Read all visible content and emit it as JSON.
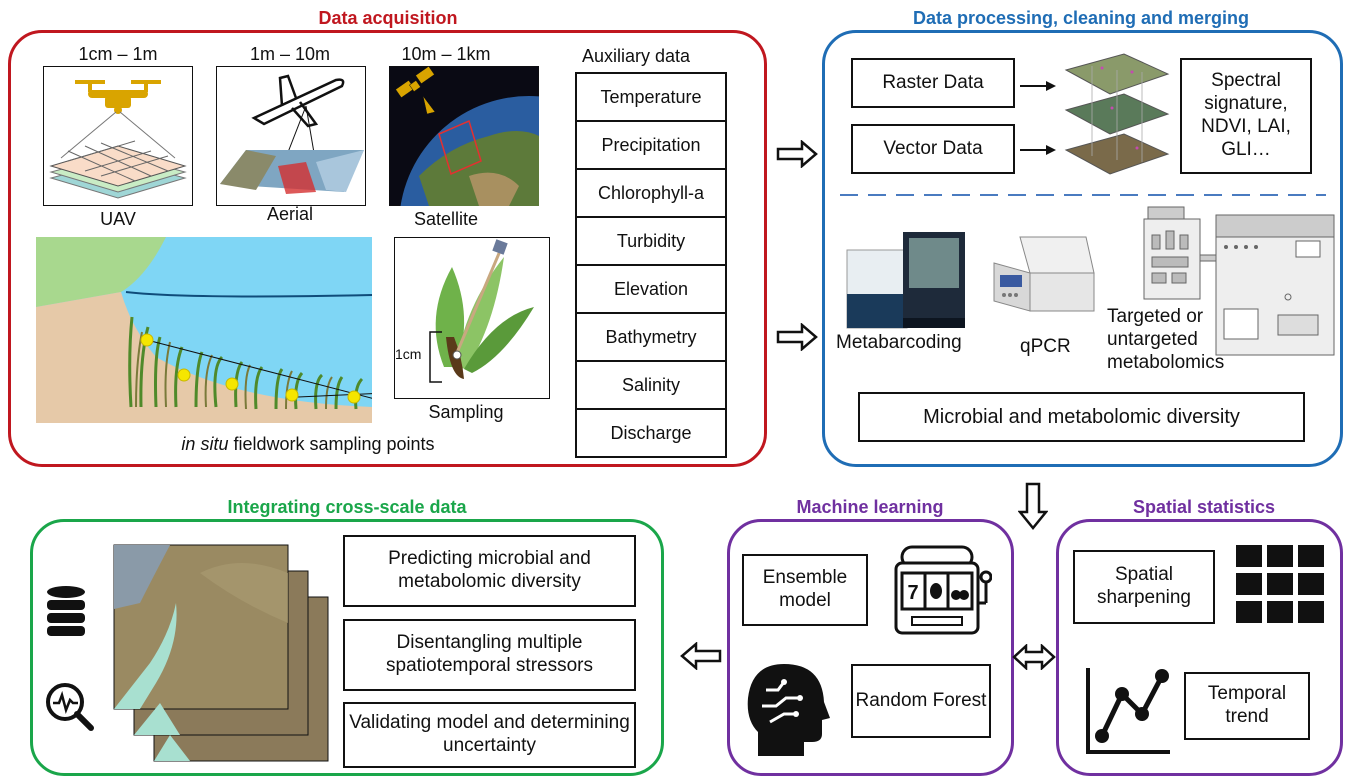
{
  "colors": {
    "acquisition": "#c0171f",
    "processing": "#1f6db5",
    "integration": "#1aa64a",
    "ml": "#7030a0",
    "spatial": "#7030a0"
  },
  "acquisition": {
    "title": "Data acquisition",
    "scales": {
      "uav": "1cm – 1m",
      "aerial": "1m – 10m",
      "satellite": "10m – 1km"
    },
    "captions": {
      "uav": "UAV",
      "aerial": "Aerial",
      "satellite": "Satellite",
      "sampling": "Sampling"
    },
    "scale_bar": "1cm",
    "fieldwork_italic": "in situ",
    "fieldwork_rest": " fieldwork sampling points",
    "auxiliary_title": "Auxiliary data",
    "auxiliary": [
      "Temperature",
      "Precipitation",
      "Chlorophyll-a",
      "Turbidity",
      "Elevation",
      "Bathymetry",
      "Salinity",
      "Discharge"
    ]
  },
  "processing": {
    "title": "Data processing, cleaning and merging",
    "raster": "Raster Data",
    "vector": "Vector Data",
    "indices": "Spectral signature, NDVI, LAI, GLI…",
    "metabarcoding": "Metabarcoding",
    "qpcr": "qPCR",
    "metabolomics": "Targeted or untargeted metabolomics",
    "diversity": "Microbial and metabolomic diversity"
  },
  "integration": {
    "title": "Integrating cross-scale data",
    "items": [
      "Predicting microbial and metabolomic diversity",
      "Disentangling multiple spatiotemporal stressors",
      "Validating model and determining uncertainty"
    ]
  },
  "ml": {
    "title": "Machine learning",
    "ensemble": "Ensemble model",
    "forest": "Random Forest",
    "slot": "7"
  },
  "spatial": {
    "title": "Spatial statistics",
    "sharpening": "Spatial sharpening",
    "trend": "Temporal trend"
  }
}
